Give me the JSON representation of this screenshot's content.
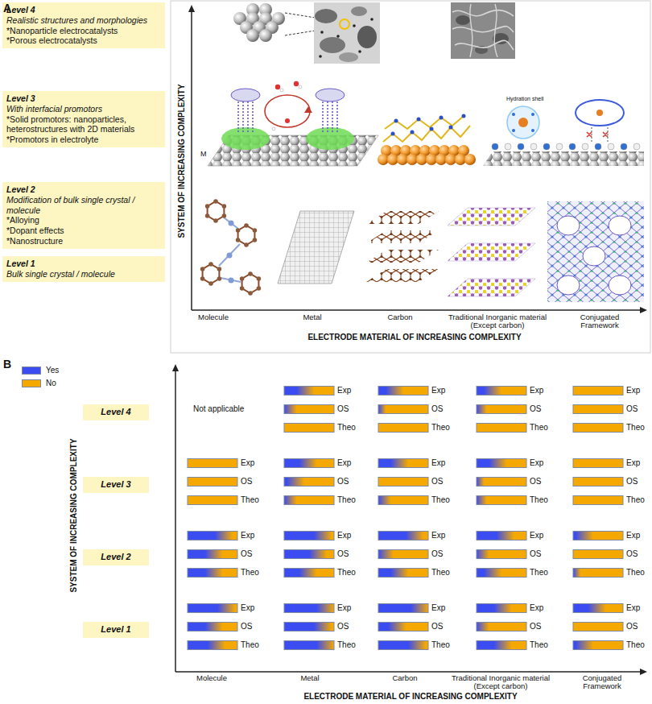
{
  "diagram": {
    "nodes": [
      {
        "text": [
          "Level 4",
          "Realistic structures and morphologies",
          "*Nanoparticle electrocatalysts",
          "*Porous electrocatalysts"
        ]
      },
      {
        "text": [
          "Level 3",
          "With interfacial promotors",
          "*Solid promotors: nanoparticles, heterostructures with 2D materials",
          "*Promotors in electrolyte"
        ]
      },
      {
        "text": [
          "Level 2",
          "Modification of bulk single crystal / molecule",
          "*Alloying",
          "*Dopant effects",
          "*Nanostructure"
        ]
      },
      {
        "text": [
          "Level 1",
          "Bulk single crystal / molecule"
        ]
      },
      {
        "text": [
          "Level 4"
        ]
      },
      {
        "text": [
          "Level 3"
        ]
      },
      {
        "text": [
          "Level 2"
        ]
      },
      {
        "text": [
          "Level 1"
        ]
      }
    ],
    "labels": [
      "A",
      "M",
      "Hydration shell",
      "SYSTEM OF INCREASING COMPLEXITY",
      "Molecule",
      "Metal",
      "Carbon",
      "Traditional Inorganic material (Except carbon)",
      "Conjugated Framework",
      "ELECTRODE MATERIAL OF INCREASING COMPLEXITY",
      "B",
      "Not applicable",
      "Exp",
      "Exp",
      "Exp",
      "Exp",
      "OS",
      "OS",
      "OS",
      "OS",
      "Theo",
      "Theo",
      "Theo",
      "Theo",
      "Exp",
      "Exp",
      "Exp",
      "Exp",
      "Exp",
      "OS",
      "OS",
      "OS",
      "OS",
      "OS",
      "Theo",
      "Theo",
      "Theo",
      "Theo",
      "Theo",
      "Exp",
      "Exp",
      "Exp",
      "Exp",
      "Exp",
      "OS",
      "OS",
      "OS",
      "OS",
      "OS",
      "Theo",
      "Theo",
      "Theo",
      "Theo",
      "Theo",
      "Exp",
      "Exp",
      "Exp",
      "Exp",
      "Exp",
      "OS",
      "OS",
      "OS",
      "OS",
      "OS",
      "Theo",
      "Theo",
      "Theo",
      "Theo",
      "Theo",
      "SYSTEM OF INCREASING COMPLEXITY",
      "Molecule",
      "Metal",
      "Carbon",
      "Traditional Inorganic material (Except carbon)",
      "Conjugated Framework",
      "ELECTRODE MATERIAL OF INCREASING COMPLEXITY"
    ],
    "legend": [
      {
        "text": "Yes",
        "color": "#3b4cf0"
      },
      {
        "text": "No",
        "color": "#f5a800"
      }
    ]
  }
}
